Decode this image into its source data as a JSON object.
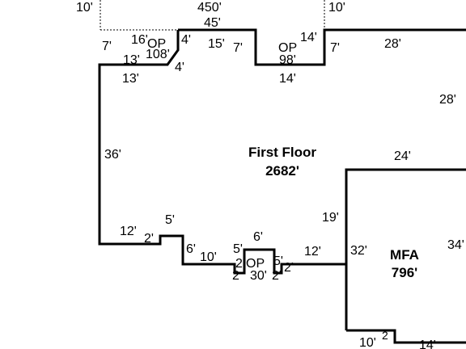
{
  "areas": {
    "first_floor_name": "First Floor",
    "first_floor_sqft": "2682'",
    "mfa_name": "MFA",
    "mfa_sqft": "796'",
    "op_left_name": "OP",
    "op_left_sqft": "108'",
    "op_top_name": "OP",
    "op_top_sqft": "98'",
    "op_bottom_name": "OP",
    "op_bottom_sqft": "30'"
  },
  "porch_dimension": {
    "area": "450'",
    "left_offset": "10'",
    "right_offset": "10'",
    "width": "45'"
  },
  "dimensions": {
    "d_7_left_top": "7'",
    "d_16": "16'",
    "d_4_top": "4'",
    "d_15": "15'",
    "d_7_mid": "7'",
    "d_14_top": "14'",
    "d_7_right": "7'",
    "d_28_top": "28'",
    "d_13_a": "13'",
    "d_13_b": "13'",
    "d_4_diag": "4'",
    "d_14_bottom": "14'",
    "d_28_right": "28'",
    "d_36": "36'",
    "d_24": "24'",
    "d_19": "19'",
    "d_12_left": "12'",
    "d_5_a": "5'",
    "d_2_a": "2'",
    "d_6_a": "6'",
    "d_10_a": "10'",
    "d_6_b": "6'",
    "d_5_b": "5'",
    "d_2_b": "2",
    "d_5_c": "5'",
    "d_2_c": "2'",
    "d_2_d": "2",
    "d_2_e": "2'",
    "d_12_right": "12'",
    "d_32": "32'",
    "d_34": "34'",
    "d_10_b": "10'",
    "d_2_f": "2",
    "d_14_b": "14'"
  }
}
